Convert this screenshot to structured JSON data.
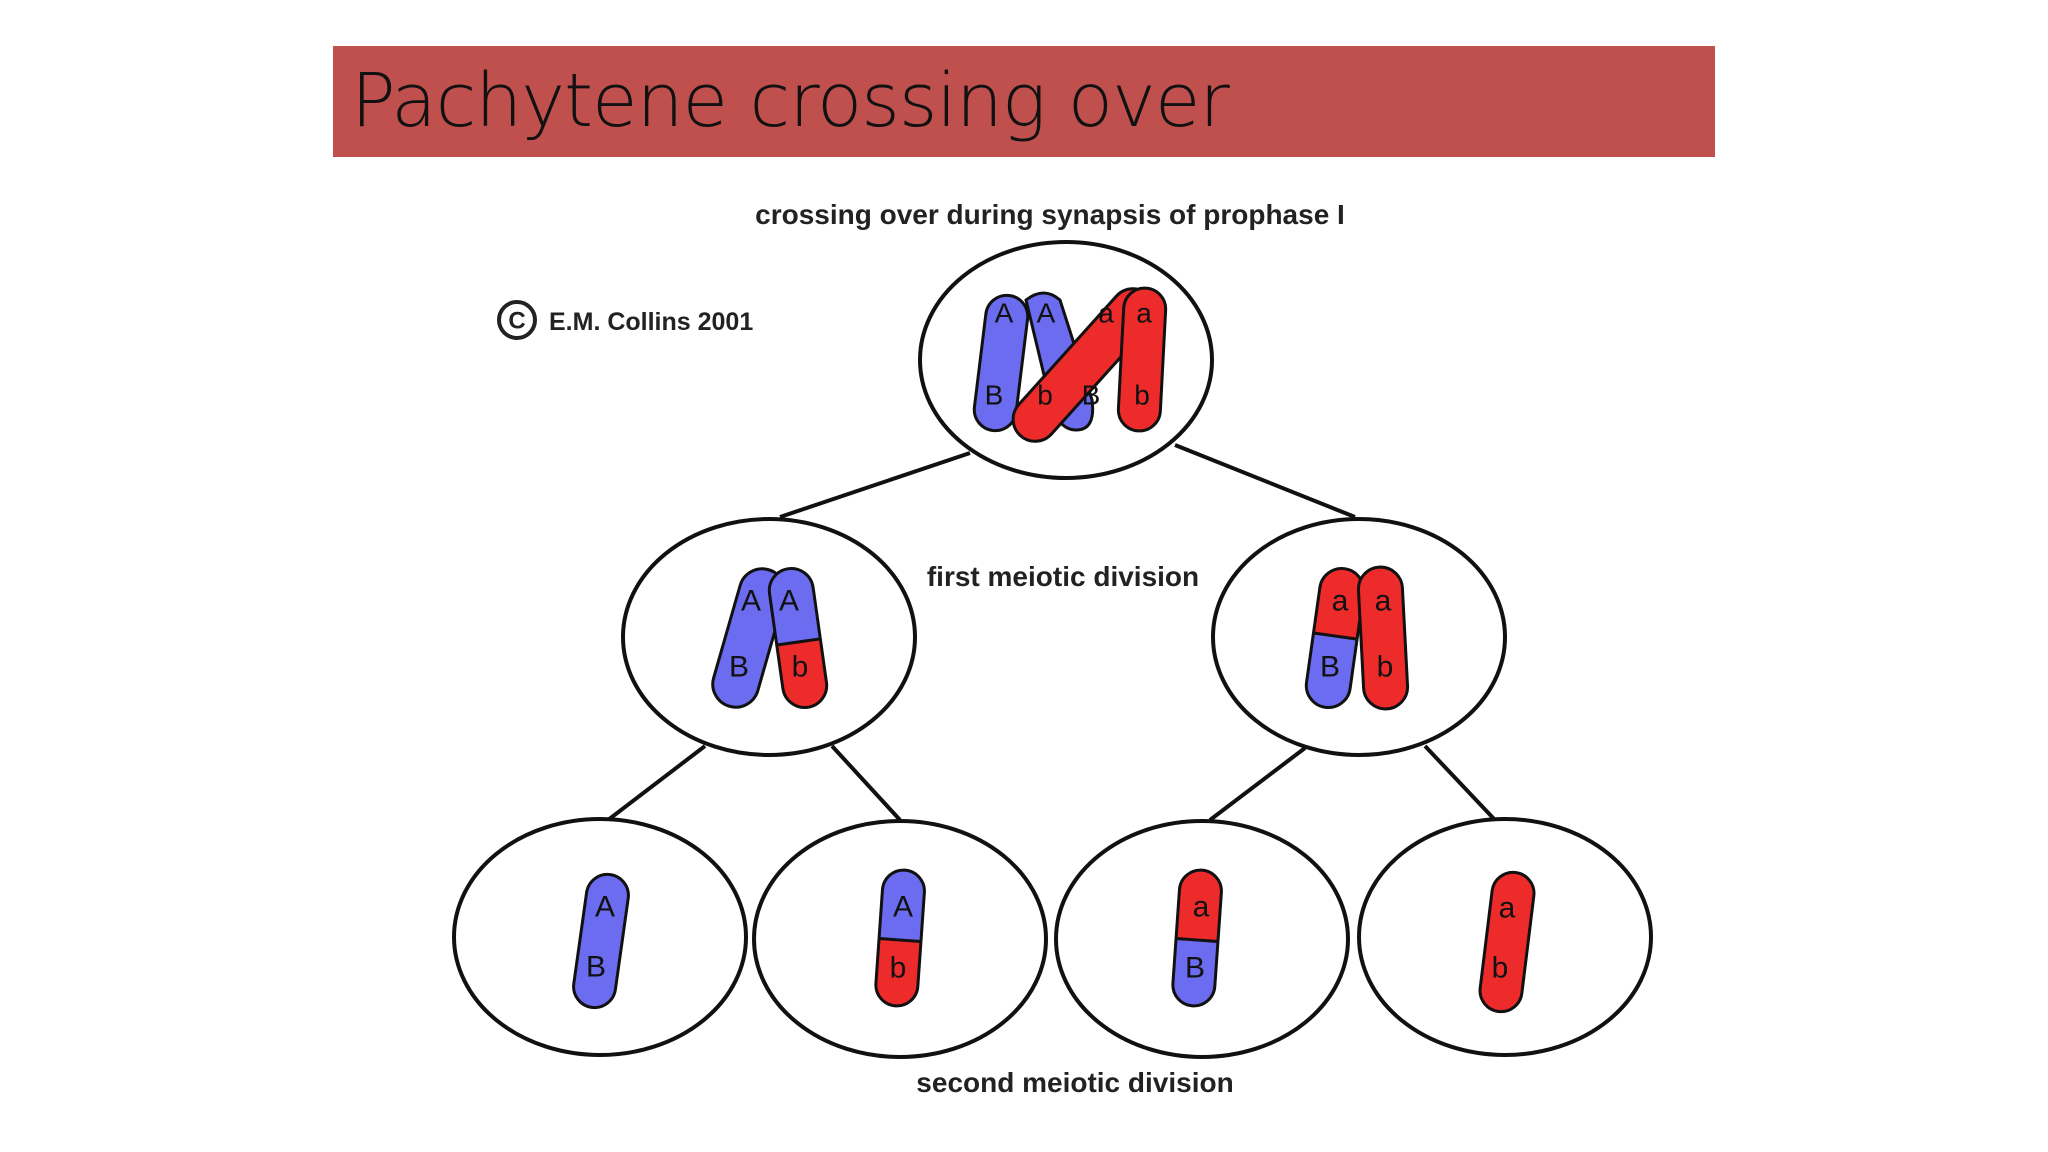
{
  "slide": {
    "title": "Pachytene crossing over"
  },
  "diagram": {
    "top_caption": "crossing over during synapsis of prophase I",
    "copyright_symbol": "C",
    "copyright_text": "E.M. Collins 2001",
    "middle_caption": "first meiotic division",
    "bottom_caption": "second meiotic division",
    "colors": {
      "blue": "#6c6cf0",
      "red": "#ee2b2b",
      "outline": "#111111"
    },
    "top_cell": {
      "genes": [
        "A",
        "A",
        "a",
        "a",
        "B",
        "b",
        "B",
        "b"
      ]
    },
    "first_division": {
      "left": {
        "genes": [
          "A",
          "A",
          "B",
          "b"
        ]
      },
      "right": {
        "genes": [
          "a",
          "a",
          "B",
          "b"
        ]
      }
    },
    "second_division": [
      {
        "genes": [
          "A",
          "B"
        ]
      },
      {
        "genes": [
          "A",
          "b"
        ]
      },
      {
        "genes": [
          "a",
          "B"
        ]
      },
      {
        "genes": [
          "a",
          "b"
        ]
      }
    ]
  }
}
